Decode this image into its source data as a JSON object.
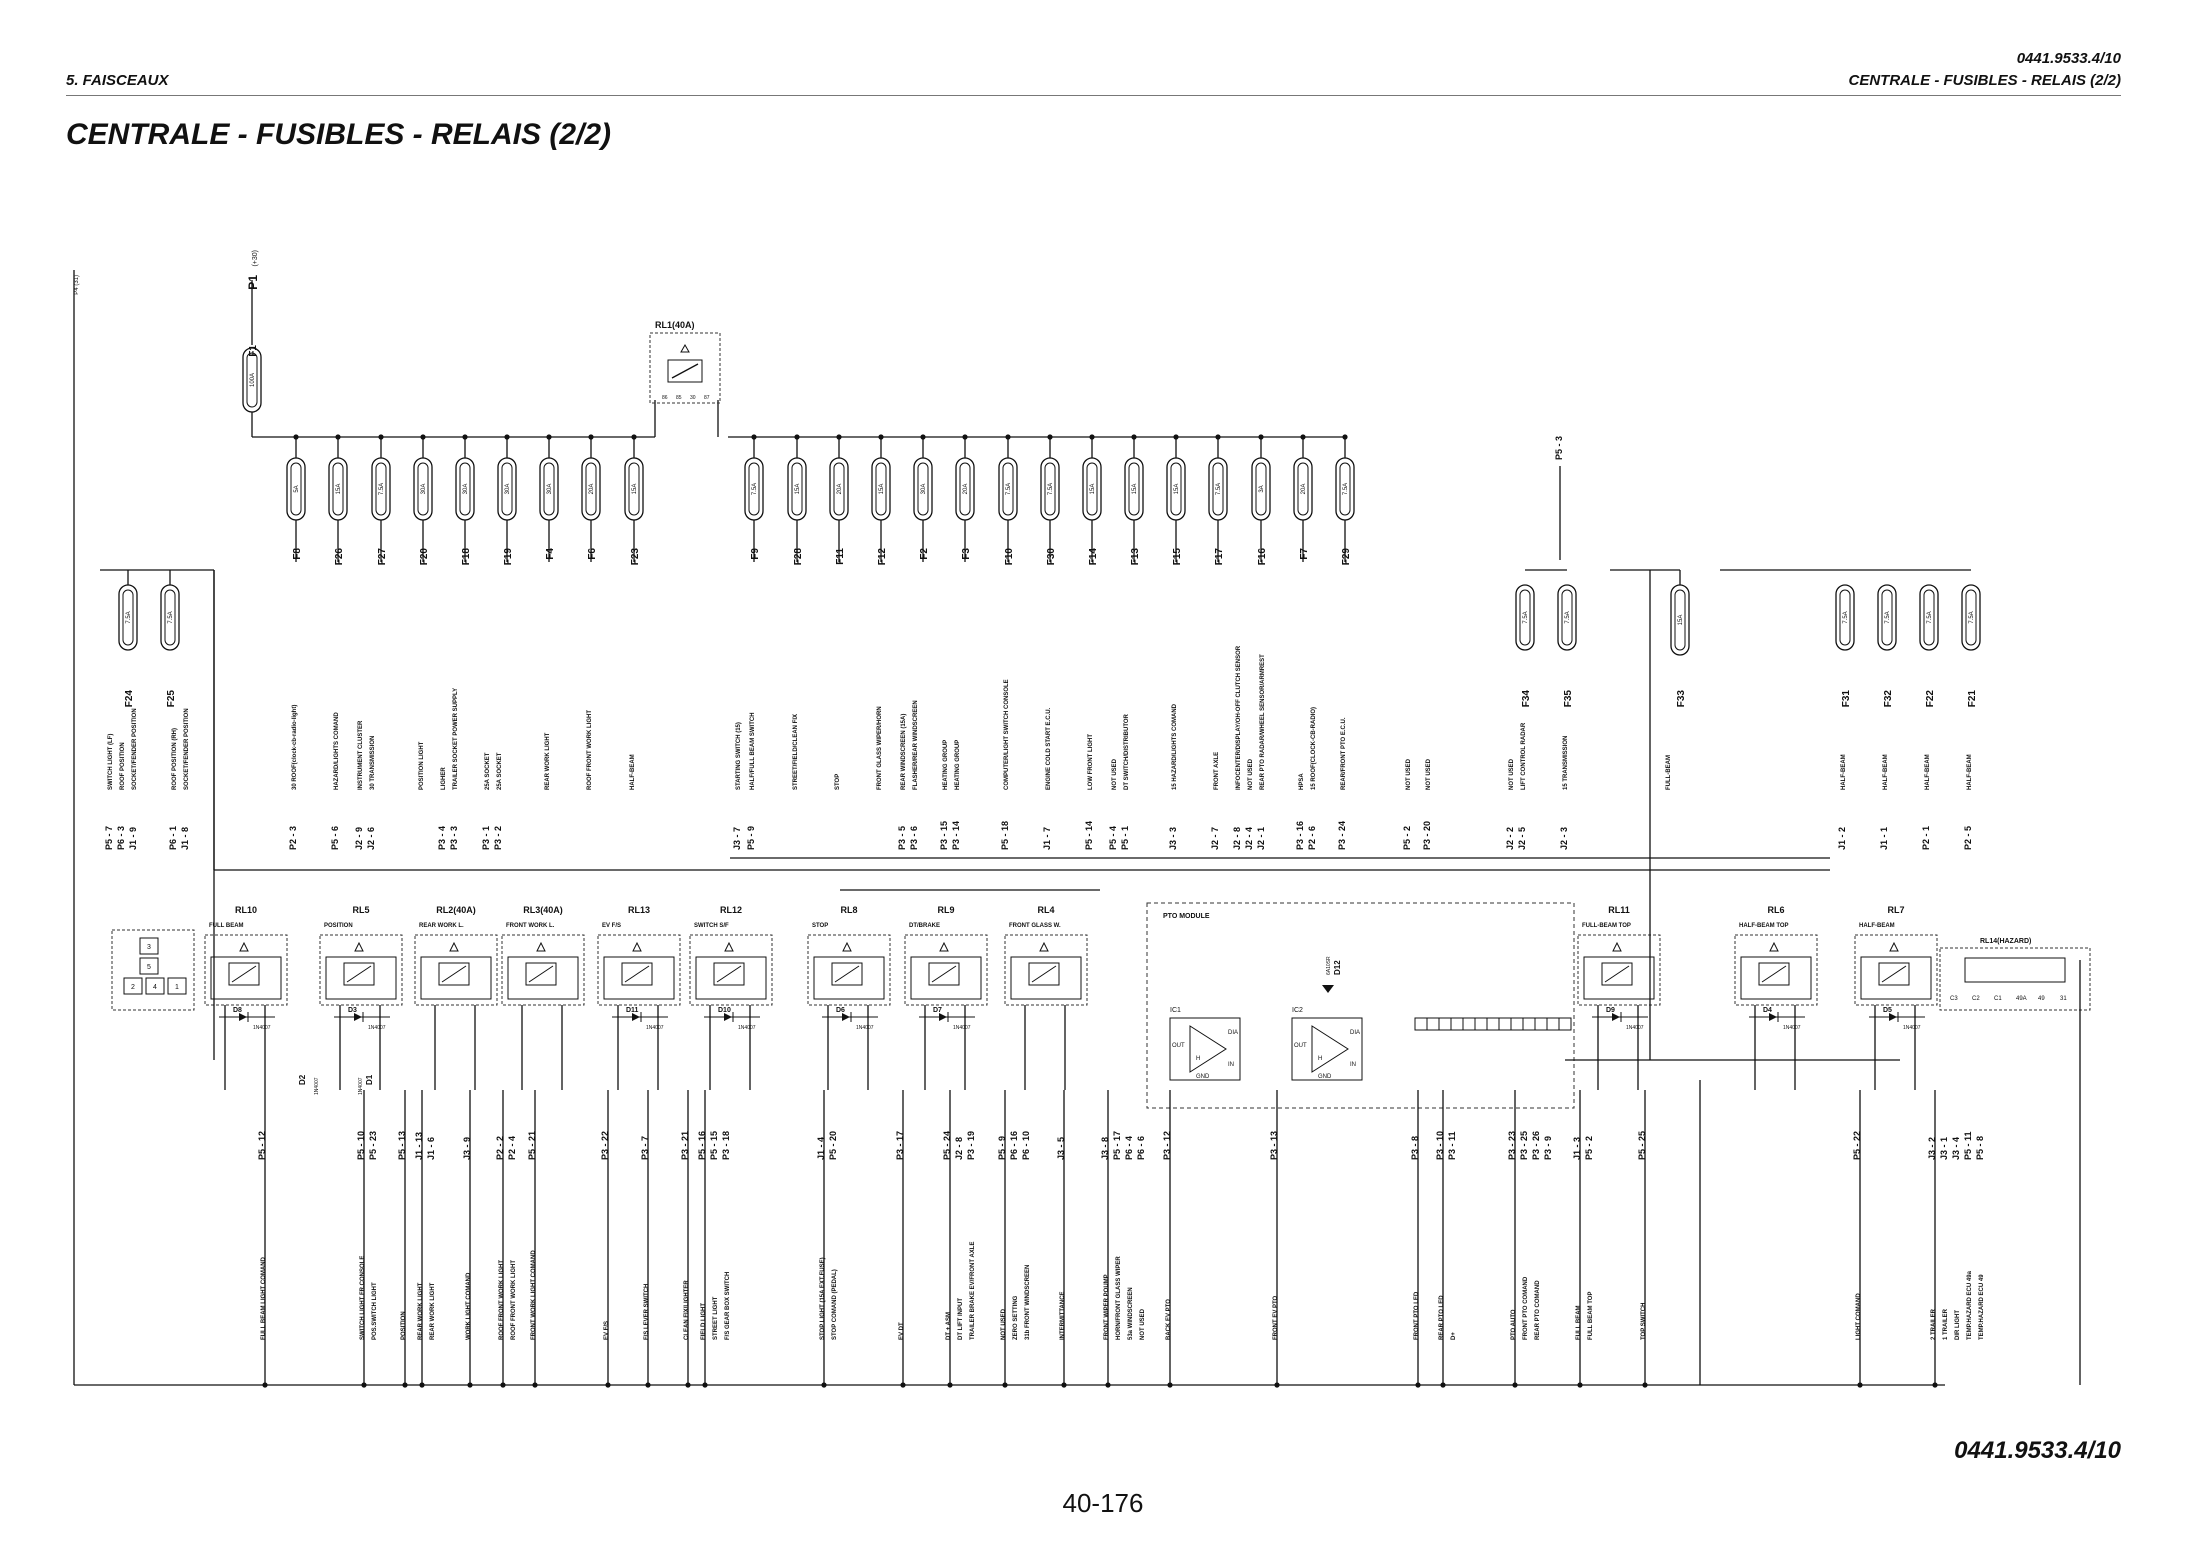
{
  "header": {
    "section": "5. FAISCEAUX",
    "doc_number": "0441.9533.4/10",
    "subtitle": "CENTRALE - FUSIBLES - RELAIS (2/2)"
  },
  "title": "CENTRALE - FUSIBLES - RELAIS (2/2)",
  "footer": {
    "doc_number": "0441.9533.4/10",
    "page": "40-176"
  },
  "diagram": {
    "supply": {
      "label": "P1",
      "tag": "(+30)",
      "left_label": "P4 (31)"
    },
    "main_fuse": {
      "name": "F1",
      "rating": "100A"
    },
    "main_relay": {
      "name": "RL1(40A)",
      "pins": [
        "86",
        "85",
        "30",
        "87"
      ]
    },
    "fuse_banks": {
      "upper": [
        {
          "name": "F8",
          "rating": "5A"
        },
        {
          "name": "F26",
          "rating": "15A"
        },
        {
          "name": "F27",
          "rating": "7.5A"
        },
        {
          "name": "F20",
          "rating": "30A"
        },
        {
          "name": "F18",
          "rating": "30A"
        },
        {
          "name": "F19",
          "rating": "30A"
        },
        {
          "name": "F4",
          "rating": "30A"
        },
        {
          "name": "F6",
          "rating": "20A"
        },
        {
          "name": "F23",
          "rating": "15A"
        },
        {
          "name": "F9",
          "rating": "7.5A"
        },
        {
          "name": "F28",
          "rating": "15A"
        },
        {
          "name": "F11",
          "rating": "20A"
        },
        {
          "name": "F12",
          "rating": "15A"
        },
        {
          "name": "F2",
          "rating": "30A"
        },
        {
          "name": "F3",
          "rating": "20A"
        },
        {
          "name": "F10",
          "rating": "7.5A"
        },
        {
          "name": "F30",
          "rating": "7.5A"
        },
        {
          "name": "F14",
          "rating": "15A"
        },
        {
          "name": "F13",
          "rating": "15A"
        },
        {
          "name": "F15",
          "rating": "15A"
        },
        {
          "name": "F17",
          "rating": "7.5A"
        },
        {
          "name": "F16",
          "rating": "3A"
        },
        {
          "name": "F7",
          "rating": "20A"
        },
        {
          "name": "F29",
          "rating": "7.5A"
        }
      ],
      "left": [
        {
          "name": "F24",
          "rating": "7.5A"
        },
        {
          "name": "F25",
          "rating": "7.5A"
        }
      ],
      "mid": [
        {
          "name": "F34",
          "rating": "7.5A"
        },
        {
          "name": "F35",
          "rating": "7.5A"
        }
      ],
      "single": [
        {
          "name": "F33",
          "rating": "15A"
        }
      ],
      "right": [
        {
          "name": "F31",
          "rating": "7.5A"
        },
        {
          "name": "F32",
          "rating": "7.5A"
        },
        {
          "name": "F22",
          "rating": "7.5A"
        },
        {
          "name": "F21",
          "rating": "7.5A"
        }
      ]
    },
    "p5_3": "P5 - 3",
    "upper_labels": [
      {
        "text": "SWITCH LIGHT (LF)",
        "pins": [
          "P5 - 7"
        ]
      },
      {
        "text": "ROOF POSITION",
        "pins": [
          "P6 - 3"
        ]
      },
      {
        "text": "SOCKET/FENDER POSITION",
        "pins": [
          "J1 - 9"
        ]
      },
      {
        "text": "ROOF POSITION (RH)",
        "pins": [
          "P6 - 1"
        ]
      },
      {
        "text": "SOCKET/FENDER POSITION",
        "pins": [
          "J1 - 8"
        ]
      },
      {
        "text": "30 ROOF(clock-cb-radio-light)",
        "pins": [
          "P2 - 3"
        ]
      },
      {
        "text": "HAZARD/LIGHTS COMAND",
        "pins": [
          "P5 - 6"
        ]
      },
      {
        "text": "INSTRUMENT CLUSTER",
        "pins": [
          "J2 - 9"
        ]
      },
      {
        "text": "30 TRANSMISSION",
        "pins": [
          "J2 - 6"
        ]
      },
      {
        "text": "POSITION LIGHT",
        "pins": []
      },
      {
        "text": "LIGHER",
        "pins": [
          "P3 - 4"
        ]
      },
      {
        "text": "TRAILER SOCKET POWER SUPPLY",
        "pins": [
          "P3 - 3"
        ]
      },
      {
        "text": "25A SOCKET",
        "pins": [
          "P3 - 1"
        ]
      },
      {
        "text": "25A SOCKET",
        "pins": [
          "P3 - 2"
        ]
      },
      {
        "text": "REAR WORK LIGHT",
        "pins": []
      },
      {
        "text": "ROOF FRONT WORK LIGHT",
        "pins": []
      },
      {
        "text": "HALF-BEAM",
        "pins": []
      },
      {
        "text": "STARTING SWITCH (15)",
        "pins": [
          "J3 - 7"
        ]
      },
      {
        "text": "HALF/FULL BEAM SWITCH",
        "pins": [
          "P5 - 9"
        ]
      },
      {
        "text": "STREET/FIELD/CLEAN FIX",
        "pins": []
      },
      {
        "text": "STOP",
        "pins": []
      },
      {
        "text": "FRONT GLASS WIPER/HORN",
        "pins": []
      },
      {
        "text": "REAR WINDSCREEN (15A)",
        "pins": [
          "P3 - 5"
        ]
      },
      {
        "text": "FLASHER/REAR WINDSCREEN",
        "pins": [
          "P3 - 6"
        ]
      },
      {
        "text": "HEATING GROUP",
        "pins": [
          "P3 - 15"
        ]
      },
      {
        "text": "HEATING GROUP",
        "pins": [
          "P3 - 14"
        ]
      },
      {
        "text": "COMPUTER/LIGHT SWITCH CONSOLE",
        "pins": [
          "P5 - 18"
        ]
      },
      {
        "text": "ENGINE COLD START E.C.U.",
        "pins": [
          "J1 - 7"
        ]
      },
      {
        "text": "LOW FRONT LIGHT",
        "pins": [
          "P5 - 14"
        ]
      },
      {
        "text": "NOT USED",
        "pins": [
          "P5 - 4"
        ]
      },
      {
        "text": "DT SWITCH/DISTRIBUTOR",
        "pins": [
          "P5 - 1"
        ]
      },
      {
        "text": "15 HAZARD/LIGHTS COMAND",
        "pins": [
          "J3 - 3"
        ]
      },
      {
        "text": "FRONT AXLE",
        "pins": [
          "J2 - 7"
        ]
      },
      {
        "text": "INFOCENTER/DISPLAY/OH-OFF CLUTCH SENSOR",
        "pins": [
          "J2 - 8"
        ]
      },
      {
        "text": "NOT USED",
        "pins": [
          "J2 - 4"
        ]
      },
      {
        "text": "REAR PTO RADAR/WHEEL SENSOR/ARMREST",
        "pins": [
          "J2 - 1"
        ]
      },
      {
        "text": "HPSA",
        "pins": [
          "P3 - 16"
        ]
      },
      {
        "text": "15 ROOF(CLOCK-CB-RADIO)",
        "pins": [
          "P2 - 6"
        ]
      },
      {
        "text": "REAR/FRONT PTO E.C.U.",
        "pins": [
          "P3 - 24"
        ]
      },
      {
        "text": "NOT USED",
        "pins": [
          "P5 - 2"
        ]
      },
      {
        "text": "NOT USED",
        "pins": [
          "P3 - 20"
        ]
      },
      {
        "text": "NOT USED",
        "pins": [
          "J2 - 2"
        ]
      },
      {
        "text": "LIFT CONTROL RADAR",
        "pins": [
          "J2 - 5"
        ]
      },
      {
        "text": "15 TRANSMISSION",
        "pins": [
          "J2 - 3"
        ]
      },
      {
        "text": "FULL-BEAM",
        "pins": []
      },
      {
        "text": "HALF-BEAM",
        "pins": [
          "J1 - 2"
        ]
      },
      {
        "text": "HALF-BEAM",
        "pins": [
          "J1 - 1"
        ]
      },
      {
        "text": "HALF-BEAM",
        "pins": [
          "P2 - 1"
        ]
      },
      {
        "text": "HALF-BEAM",
        "pins": [
          "P2 - 5"
        ]
      }
    ],
    "relays": [
      {
        "name": "RL10",
        "func": "FULL BEAM",
        "diode": "D8",
        "diode_type": "1N4007"
      },
      {
        "name": "RL5",
        "func": "POSITION",
        "diode": "D3",
        "diode_type": "1N4007"
      },
      {
        "name": "RL2(40A)",
        "func": "REAR WORK L.",
        "diode": "",
        "diode_type": ""
      },
      {
        "name": "RL3(40A)",
        "func": "FRONT WORK L.",
        "diode": "",
        "diode_type": ""
      },
      {
        "name": "RL13",
        "func": "EV F/S",
        "diode": "D11",
        "diode_type": "1N4007"
      },
      {
        "name": "RL12",
        "func": "SWITCH S/F",
        "diode": "D10",
        "diode_type": "1N4007"
      },
      {
        "name": "RL8",
        "func": "STOP",
        "diode": "D6",
        "diode_type": "1N4007"
      },
      {
        "name": "RL9",
        "func": "DT/BRAKE",
        "diode": "D7",
        "diode_type": "1N4007"
      },
      {
        "name": "RL4",
        "func": "FRONT GLASS W.",
        "diode": "",
        "diode_type": ""
      },
      {
        "name": "RL11",
        "func": "FULL-BEAM TOP",
        "diode": "D9",
        "diode_type": "1N4007"
      },
      {
        "name": "RL6",
        "func": "HALF-BEAM TOP",
        "diode": "D4",
        "diode_type": "1N4007"
      },
      {
        "name": "RL7",
        "func": "HALF-BEAM",
        "diode": "D5",
        "diode_type": "1N4007"
      }
    ],
    "hazard_relay": {
      "name": "RL14(HAZARD)",
      "pins": [
        "C3",
        "C2",
        "C1",
        "49A",
        "49",
        "31"
      ]
    },
    "pto_module": {
      "title": "PTO MODULE",
      "ic1": "IC1",
      "ic2": "IC2",
      "diode": "D12",
      "diode_type": "6A10SR",
      "ic_pins": [
        "OUT",
        "H",
        "GND",
        "DIA",
        "IN"
      ]
    },
    "diodes_extra": [
      {
        "name": "D2",
        "type": "1N4007"
      },
      {
        "name": "D1",
        "type": "1N4007"
      }
    ],
    "connector_block": {
      "cells": [
        "3",
        "5",
        "2",
        "4",
        "1"
      ]
    },
    "lower_labels": [
      {
        "pins": [
          "P5 - 12"
        ],
        "texts": [
          "FULL BEAM LIGHT COMAND"
        ]
      },
      {
        "pins": [
          "P5 - 10",
          "P5 - 23"
        ],
        "texts": [
          "SWITCH LIGHT FR.CONSOLE",
          "POS.SWITCH LIGHT"
        ]
      },
      {
        "pins": [
          "P5 - 13"
        ],
        "texts": [
          "POSITION"
        ]
      },
      {
        "pins": [
          "J1 - 13",
          "J1 - 6"
        ],
        "texts": [
          "REAR WORK LIGHT",
          "REAR WORK LIGHT"
        ]
      },
      {
        "pins": [
          "J3 - 9"
        ],
        "texts": [
          "WORK LIGHT COMAND"
        ]
      },
      {
        "pins": [
          "P2 - 2",
          "P2 - 4"
        ],
        "texts": [
          "ROOF FRONT WORK LIGHT",
          "ROOF FRONT WORK LIGHT"
        ]
      },
      {
        "pins": [
          "P5 - 21"
        ],
        "texts": [
          "FRONT WORK LIGHT COMAND"
        ]
      },
      {
        "pins": [
          "P3 - 22"
        ],
        "texts": [
          "EV F/S"
        ]
      },
      {
        "pins": [
          "P3 - 7"
        ],
        "texts": [
          "F/S LEVER SWITCH"
        ]
      },
      {
        "pins": [
          "P3 - 21"
        ],
        "texts": [
          "CLEAN FIX/LIGHTER"
        ]
      },
      {
        "pins": [
          "P5 - 16",
          "P5 - 15",
          "P3 - 18"
        ],
        "texts": [
          "FIELD LIGHT",
          "STREET LIGHT",
          "F/S GEAR BOX SWITCH"
        ]
      },
      {
        "pins": [
          "J1 - 4",
          "P5 - 20"
        ],
        "texts": [
          "STOP LIGHT (15A EXT.FUSE)",
          "STOP COMAND (PEDAL)"
        ]
      },
      {
        "pins": [
          "P3 - 17"
        ],
        "texts": [
          "EV DT"
        ]
      },
      {
        "pins": [
          "P5 - 24",
          "J2 - 8",
          "P3 - 19"
        ],
        "texts": [
          "DT + ASM",
          "DT LIFT INPUT",
          "TRAILER BRAKE EV/FRONT AXLE"
        ]
      },
      {
        "pins": [
          "P5 - 9",
          "P6 - 16",
          "P6 - 10"
        ],
        "texts": [
          "NOT USED",
          "ZERO SETTING",
          "31b FRONT WINDSCREEN"
        ]
      },
      {
        "pins": [
          "J3 - 5"
        ],
        "texts": [
          "INTERMITTANCE"
        ]
      },
      {
        "pins": [
          "J3 - 8",
          "P5 - 17",
          "P6 - 4",
          "P6 - 6"
        ],
        "texts": [
          "FRONT WIPER POUMP",
          "HORN/FRONT GLASS WIPER",
          "53a WINDSCREEN",
          "NOT USED"
        ]
      },
      {
        "pins": [
          "P3 - 12"
        ],
        "texts": [
          "BACK EV PTO"
        ]
      },
      {
        "pins": [
          "P3 - 13"
        ],
        "texts": [
          "FRONT EV PTO"
        ]
      },
      {
        "pins": [
          "P3 - 8"
        ],
        "texts": [
          "FRONT PTO LED"
        ]
      },
      {
        "pins": [
          "P3 - 10",
          "P3 - 11"
        ],
        "texts": [
          "REAR PTO LED",
          "D+"
        ]
      },
      {
        "pins": [
          "P3 - 23",
          "P3 - 25",
          "P3 - 26",
          "P3 - 9"
        ],
        "texts": [
          "PTO AUTO",
          "FRONT PTO COMAND",
          "REAR PTO COMAND"
        ]
      },
      {
        "pins": [
          "J1 - 3",
          "P5 - 2"
        ],
        "texts": [
          "FULL BEAM",
          "FULL BEAM TOP"
        ]
      },
      {
        "pins": [
          "P5 - 25"
        ],
        "texts": [
          "TOP SWITCH"
        ]
      },
      {
        "pins": [
          "P5 - 22"
        ],
        "texts": [
          "LIGHT COMAND"
        ]
      },
      {
        "pins": [
          "J3 - 2",
          "J3 - 1",
          "J3 - 4",
          "P5 - 11",
          "P5 - 8"
        ],
        "texts": [
          "2 TRAILER",
          "1 TRAILER",
          "DIR LIGHT",
          "TEMP.HAZARD ECU 49a",
          "TEMP.HAZARD ECU 49"
        ]
      }
    ]
  }
}
